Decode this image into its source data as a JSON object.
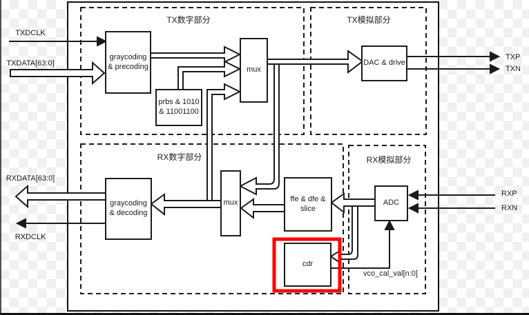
{
  "window": {
    "checker_light": "#ffffff",
    "checker_dark": "#f0f0f0",
    "edge_color": "#111111"
  },
  "diagram": {
    "line_color": "#1a1a1a",
    "highlight_color": "#fd0000",
    "sections": {
      "tx_digital": {
        "label": "TX数字部分"
      },
      "tx_analog": {
        "label": "TX模拟部分"
      },
      "rx_digital": {
        "label": "RX数字部分"
      },
      "rx_analog": {
        "label": "RX模拟部分"
      }
    },
    "blocks": {
      "graycoding_precoding": {
        "label": "graycoding\n& precoding"
      },
      "prbs": {
        "label": "prbs & 1010\n& 11001100"
      },
      "tx_mux": {
        "label": "mux"
      },
      "dac_drive": {
        "label": "DAC & drive"
      },
      "graycoding_decoding": {
        "label": "graycoding\n& decoding"
      },
      "rx_mux": {
        "label": "mux"
      },
      "ffe_dfe_slice": {
        "label": "ffe & dfe &\nslice"
      },
      "adc": {
        "label": "ADC"
      },
      "cdr": {
        "label": "cdr",
        "highlighted": true
      }
    },
    "ports": {
      "txdclk": {
        "label": "TXDCLK",
        "direction": "input"
      },
      "txdata": {
        "label": "TXDATA[63:0]",
        "direction": "input"
      },
      "rxdata": {
        "label": "RXDATA[63:0]",
        "direction": "output"
      },
      "rxdclk": {
        "label": "RXDCLK",
        "direction": "output"
      },
      "txp": {
        "label": "TXP",
        "direction": "output"
      },
      "txn": {
        "label": "TXN",
        "direction": "output"
      },
      "rxp": {
        "label": "RXP",
        "direction": "input"
      },
      "rxn": {
        "label": "RXN",
        "direction": "input"
      }
    },
    "nets": {
      "vco_cal_val": {
        "label": "vco_cal_val[n:0]"
      }
    }
  }
}
